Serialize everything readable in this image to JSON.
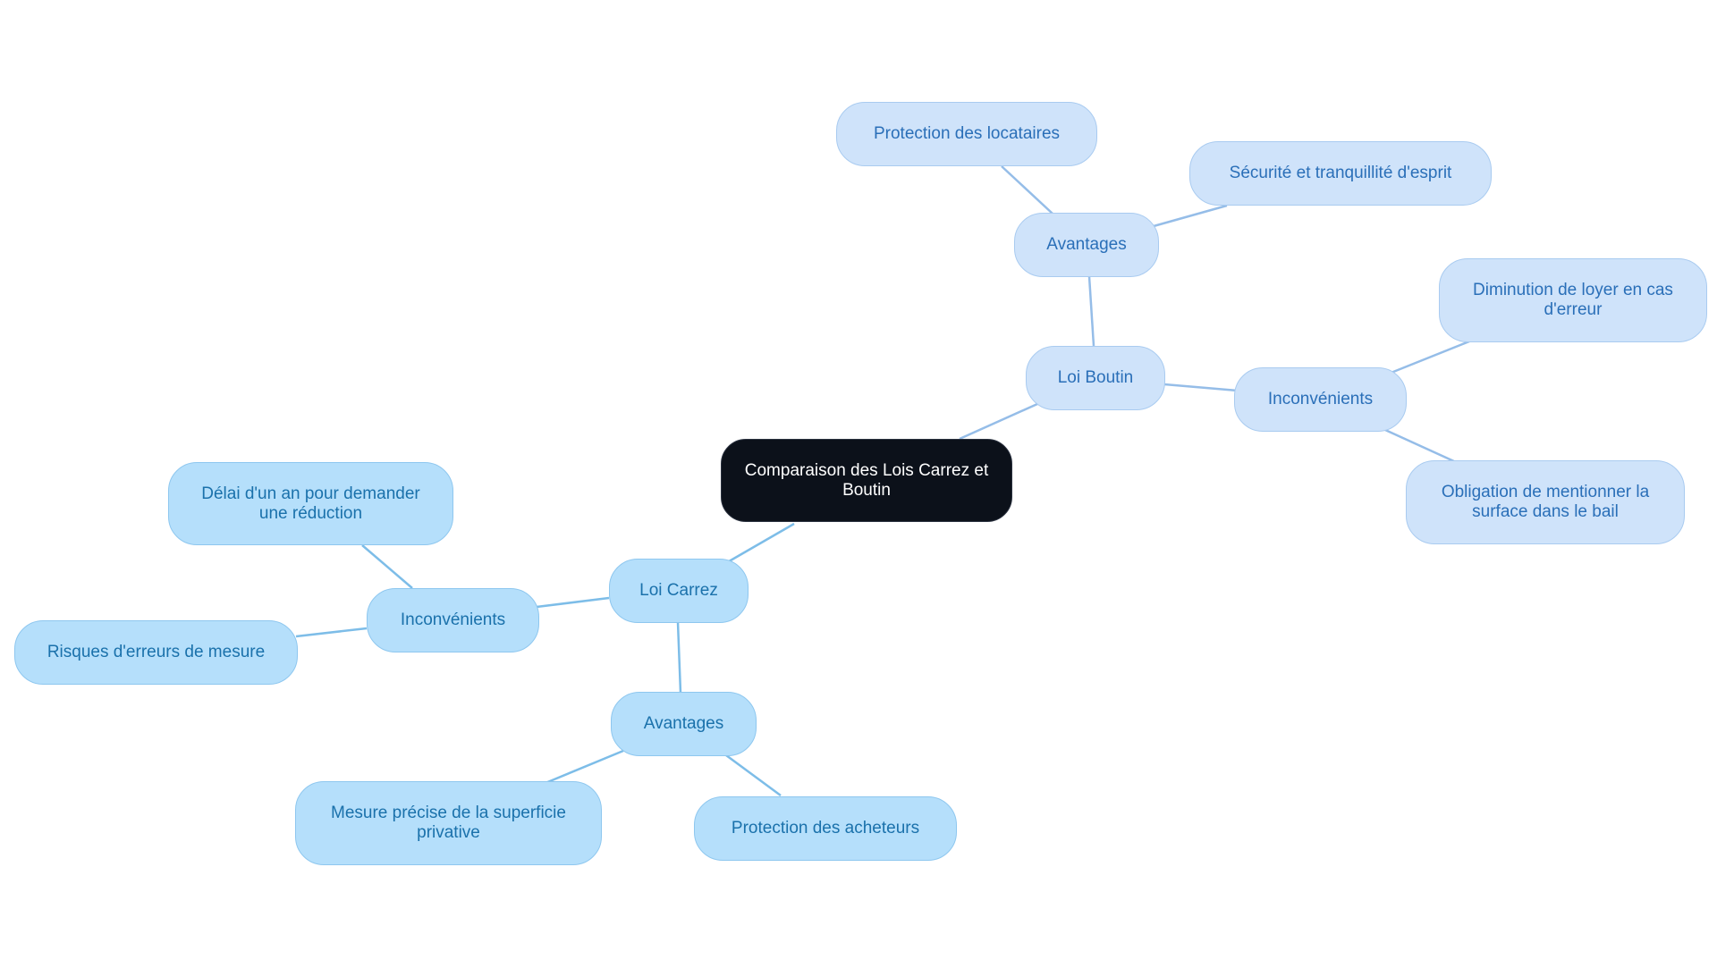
{
  "diagram": {
    "type": "mindmap",
    "root": "Comparaison des Lois Carrez et Boutin",
    "branches": {
      "carrez": {
        "label": "Loi Carrez",
        "inconvenients": {
          "label": "Inconvénients",
          "items": [
            "Délai d'un an pour demander une réduction",
            "Risques d'erreurs de mesure"
          ]
        },
        "avantages": {
          "label": "Avantages",
          "items": [
            "Mesure précise de la superficie privative",
            "Protection des acheteurs"
          ]
        }
      },
      "boutin": {
        "label": "Loi Boutin",
        "avantages": {
          "label": "Avantages",
          "items": [
            "Protection des locataires",
            "Sécurité et tranquillité d'esprit"
          ]
        },
        "inconvenients": {
          "label": "Inconvénients",
          "items": [
            "Diminution de loyer en cas d'erreur",
            "Obligation de mentionner la surface dans le bail"
          ]
        }
      }
    }
  },
  "colors": {
    "root_fill": "#0c111a",
    "carrez_fill": "#b5dffb",
    "carrez_text": "#1a71ab",
    "boutin_fill": "#cfe3fa",
    "boutin_text": "#2a6fb8",
    "edge": "#7dbde8"
  }
}
